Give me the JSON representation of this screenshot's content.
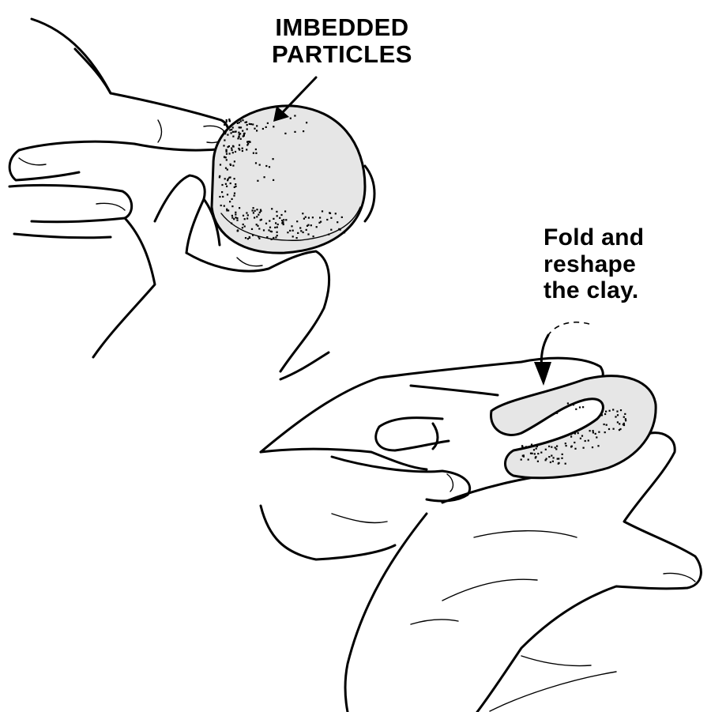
{
  "labels": {
    "particles": [
      "IMBEDDED",
      "PARTICLES"
    ],
    "fold": [
      "Fold and",
      "reshape",
      "the clay."
    ]
  },
  "colors": {
    "clay": "#e6e6e6",
    "ink": "#000000",
    "background": "#ffffff"
  },
  "icons": {
    "particles_arrow": "arrow-down-left-icon",
    "fold_arrow": "curved-arrow-down-icon"
  }
}
